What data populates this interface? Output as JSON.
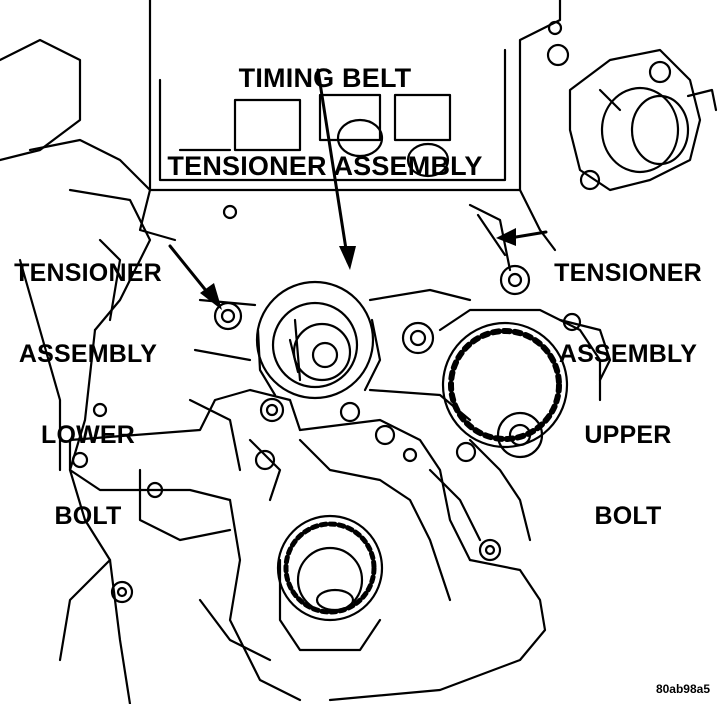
{
  "labels": {
    "timing_belt_tensioner": {
      "line1": "TIMING BELT",
      "line2": "TENSIONER ASSEMBLY"
    },
    "lower_bolt": {
      "line1": "TENSIONER",
      "line2": "ASSEMBLY",
      "line3": "LOWER",
      "line4": "BOLT"
    },
    "upper_bolt": {
      "line1": "TENSIONER",
      "line2": "ASSEMBLY",
      "line3": "UPPER",
      "line4": "BOLT"
    }
  },
  "figure_code": "80ab98a5",
  "colors": {
    "ink": "#000000",
    "paper": "#ffffff"
  }
}
